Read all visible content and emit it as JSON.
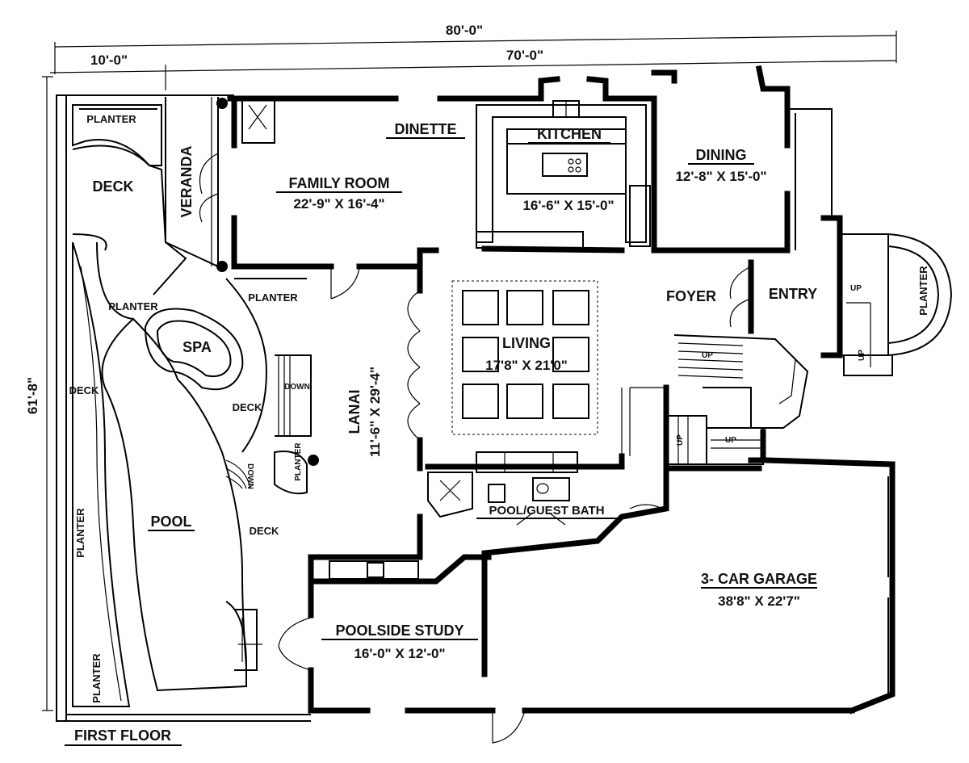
{
  "overall_dims": {
    "width": "80'-0\"",
    "left_section": "10'-0\"",
    "right_section": "70'-0\"",
    "depth": "61'-8\""
  },
  "floor_title": "FIRST FLOOR",
  "rooms": {
    "family_room": {
      "name": "FAMILY ROOM",
      "size": "22'-9\" X 16'-4\""
    },
    "dinette": {
      "name": "DINETTE"
    },
    "kitchen": {
      "name": "KITCHEN",
      "size": "16'-6\" X 15'-0\""
    },
    "dining": {
      "name": "DINING",
      "size": "12'-8\" X 15'-0\""
    },
    "veranda": {
      "name": "VERANDA"
    },
    "deck_top": {
      "name": "DECK"
    },
    "living": {
      "name": "LIVING",
      "size": "17'8\" X 21'0\""
    },
    "foyer": {
      "name": "FOYER"
    },
    "entry": {
      "name": "ENTRY"
    },
    "lanai": {
      "name": "LANAI",
      "size": "11'-6\" X 29'-4\""
    },
    "spa": {
      "name": "SPA"
    },
    "pool": {
      "name": "POOL"
    },
    "pool_guest_bath": {
      "name": "POOL/GUEST BATH"
    },
    "garage": {
      "name": "3- CAR GARAGE",
      "size": "38'8\" X 22'7\""
    },
    "poolside_study": {
      "name": "POOLSIDE STUDY",
      "size": "16'-0\" X 12'-0\""
    }
  },
  "small_labels": {
    "planter_top": "PLANTER",
    "planter_left": "PLANTER",
    "planter_lanai": "PLANTER",
    "planter_round": "PLANTER",
    "planter_entry": "PLANTER",
    "planter_side1": "PLANTER",
    "planter_side2": "PLANTER",
    "deck_left": "DECK",
    "deck_mid": "DECK",
    "deck_pool": "DECK",
    "down_1": "DOWN",
    "down_2": "DOWN",
    "up_1": "UP",
    "up_2": "UP",
    "up_3": "UP",
    "up_4": "UP",
    "up_5": "UP"
  }
}
